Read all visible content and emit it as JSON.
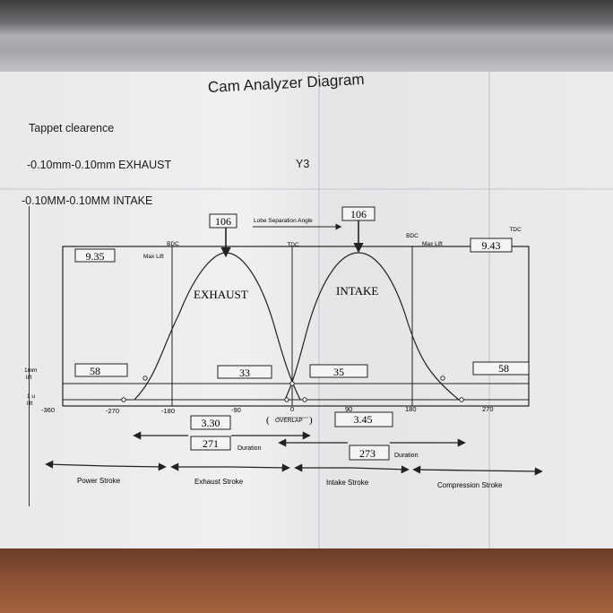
{
  "title": "Cam Analyzer Diagram",
  "header": {
    "tappet_label": "Tappet clearence",
    "exhaust_clearance": "-0.10mm-0.10mm EXHAUST",
    "intake_clearance": "-0.10MM-0.10MM INTAKE",
    "model": "Y3"
  },
  "diagram": {
    "lobe_separation_label": "Lobe Separation Angle",
    "exhaust_centerline": "106",
    "intake_centerline": "106",
    "exhaust_max_lift": "9.35",
    "intake_max_lift": "9.43",
    "max_lift_label_left": "Max Lift",
    "max_lift_label_right": "Max Lift",
    "bdc_left": "BDC",
    "tdc_center": "TDC",
    "bdc_right": "BDC",
    "tdc_right": "TDC",
    "exhaust_label": "EXHAUST",
    "intake_label": "INTAKE",
    "lift_1mm_label_a": "1mm",
    "lift_1mm_label_b": "lift",
    "lift_1u_label_a": "1 u",
    "lift_1u_label_b": "lift",
    "box_left_1mm": "58",
    "box_exhaust_1mm": "33",
    "box_intake_1mm": "35",
    "box_right_1mm": "58",
    "axis_ticks": [
      "-360",
      "-270",
      "-180",
      "-90",
      "0",
      "90",
      "180",
      "270"
    ],
    "overlap_label": "OVERLAP",
    "exhaust_overlap_value": "3.30",
    "intake_overlap_value": "3.45",
    "exhaust_duration": "271",
    "intake_duration": "273",
    "duration_label_1": "Duration",
    "duration_label_2": "Duration",
    "strokes": [
      "Power Stroke",
      "Exhaust Stroke",
      "Intake Stroke",
      "Compression Stroke"
    ]
  }
}
